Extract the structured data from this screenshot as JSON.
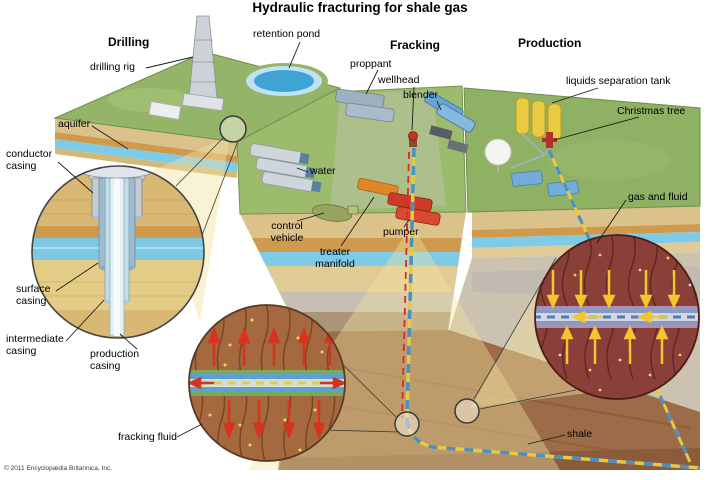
{
  "title": "Hydraulic fracturing for shale gas",
  "sections": {
    "drilling": "Drilling",
    "fracking": "Fracking",
    "production": "Production"
  },
  "labels": {
    "drilling_rig": "drilling rig",
    "retention_pond": "retention pond",
    "proppant": "proppant",
    "wellhead": "wellhead",
    "blender": "blender",
    "liquids_separation_tank": "liquids separation tank",
    "christmas_tree": "Christmas tree",
    "aquifer": "aquifer",
    "conductor_casing": "conductor\ncasing",
    "water": "water",
    "control_vehicle": "control\nvehicle",
    "pumper": "pumper",
    "treater_manifold": "treater\nmanifold",
    "gas_and_fluid": "gas and fluid",
    "surface_casing": "surface\ncasing",
    "intermediate_casing": "intermediate\ncasing",
    "production_casing": "production\ncasing",
    "fracking_fluid": "fracking fluid",
    "shale": "shale"
  },
  "copyright": "© 2011 Encyclopædia Britannica, Inc.",
  "colors": {
    "surface_green": "#94b567",
    "aquifer_blue": "#7ecbe8",
    "shale_brown": "#9c6b47",
    "fracking_arrow_red": "#d7331f",
    "gas_arrow_yellow": "#f2c72e"
  }
}
